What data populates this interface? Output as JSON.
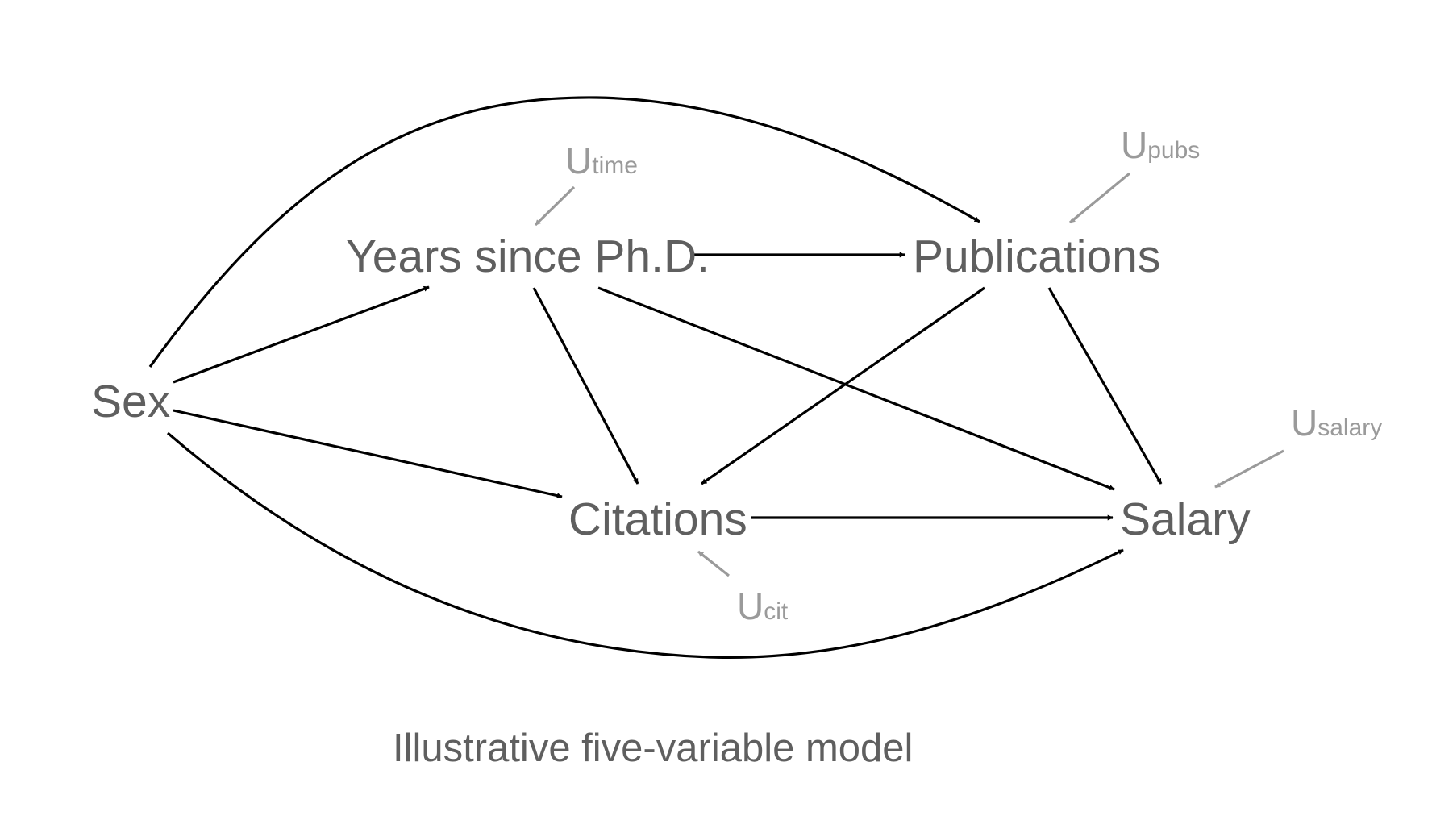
{
  "nodes": {
    "sex": "Sex",
    "years": "Years since Ph.D.",
    "publications": "Publications",
    "citations": "Citations",
    "salary": "Salary"
  },
  "noise": {
    "time": {
      "base": "U",
      "sub": "time"
    },
    "pubs": {
      "base": "U",
      "sub": "pubs"
    },
    "salary": {
      "base": "U",
      "sub": "salary"
    },
    "cit": {
      "base": "U",
      "sub": "cit"
    }
  },
  "edges": [
    {
      "from": "Sex",
      "to": "Years since Ph.D."
    },
    {
      "from": "Sex",
      "to": "Citations"
    },
    {
      "from": "Sex",
      "to": "Publications"
    },
    {
      "from": "Sex",
      "to": "Salary"
    },
    {
      "from": "Years since Ph.D.",
      "to": "Publications"
    },
    {
      "from": "Years since Ph.D.",
      "to": "Citations"
    },
    {
      "from": "Years since Ph.D.",
      "to": "Salary"
    },
    {
      "from": "Publications",
      "to": "Citations"
    },
    {
      "from": "Publications",
      "to": "Salary"
    },
    {
      "from": "Citations",
      "to": "Salary"
    }
  ],
  "colors": {
    "node_text": "#5f5f5f",
    "noise": "#9a9a9a",
    "edge": "#000000",
    "background": "#ffffff"
  },
  "caption": "Illustrative five-variable model"
}
